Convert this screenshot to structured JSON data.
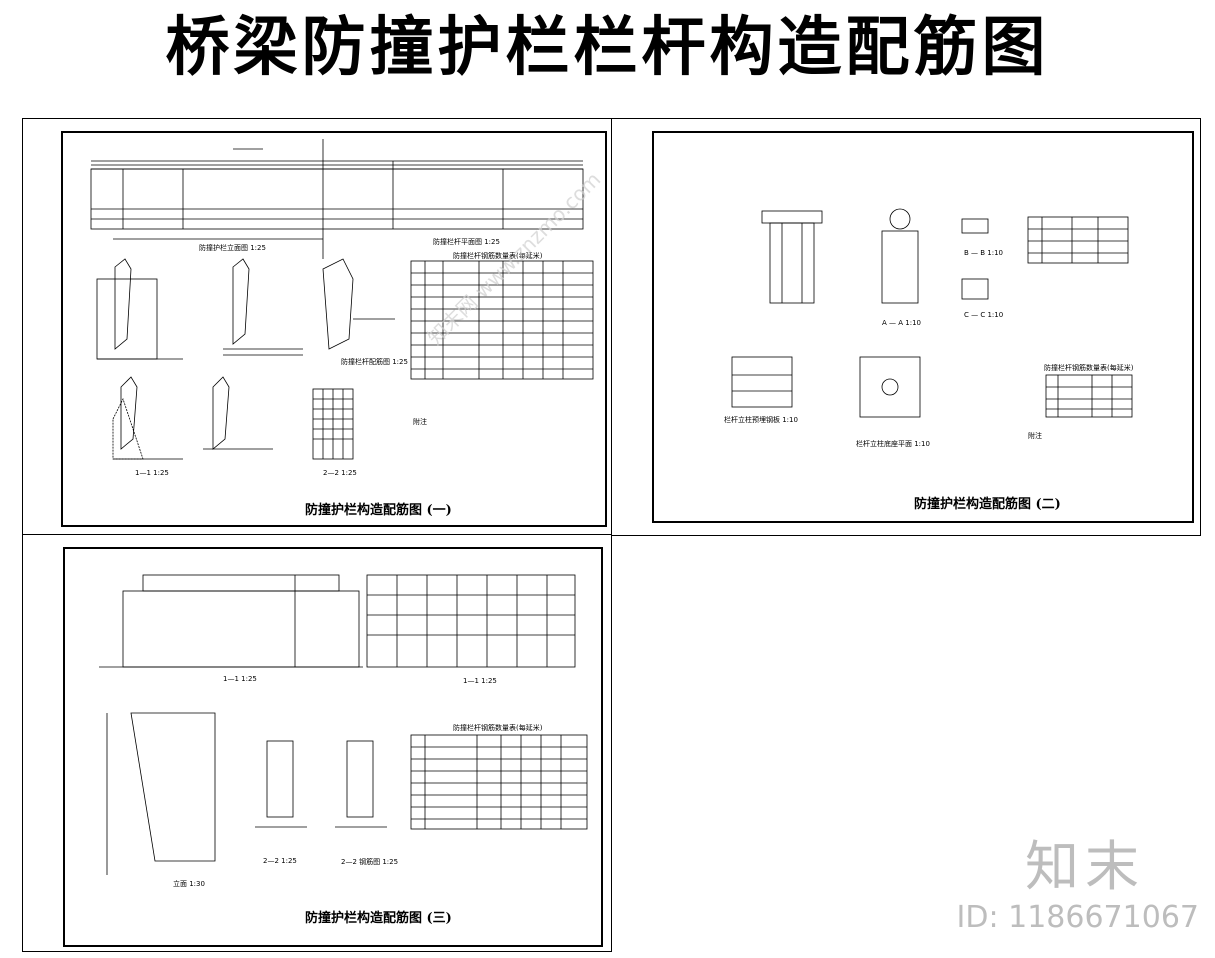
{
  "title": "桥梁防撞护栏栏杆构造配筋图",
  "sheets": [
    {
      "caption": "防撞护栏构造配筋图 (一)"
    },
    {
      "caption": "防撞护栏构造配筋图 (二)"
    },
    {
      "caption": "防撞护栏构造配筋图 (三)"
    }
  ],
  "view_labels": {
    "s1_elev": "防撞护栏立面图 1:25",
    "s1_plan": "防撞栏杆平面图 1:25",
    "s1_sec1": "1—1 1:25",
    "s1_sec2": "2—2 1:25",
    "s1_sec_main": "防撞栏杆配筋图 1:25",
    "s1_table_title": "防撞栏杆钢筋数量表(每延米)",
    "s2_a": "A — A 1:10",
    "s2_b": "B — B 1:10",
    "s2_c": "C — C 1:10",
    "s2_det": "栏杆立柱预埋钢板 1:10",
    "s2_plate": "栏杆立柱底座平面 1:10",
    "s2_table_title": "防撞栏杆钢筋数量表(每延米)",
    "s3_sec11": "1—1 1:25",
    "s3_sec11b": "1—1 1:25",
    "s3_elev": "立面 1:30",
    "s3_sec22": "2—2 1:25",
    "s3_sec22b": "2—2 钢筋图 1:25",
    "s3_table_title": "防撞栏杆钢筋数量表(每延米)",
    "notes_head": "附注",
    "notes_head2": "附注"
  },
  "watermark": {
    "logo": "知末",
    "id": "ID: 1186671067",
    "diag": "知末网 www.znzmo.com"
  }
}
